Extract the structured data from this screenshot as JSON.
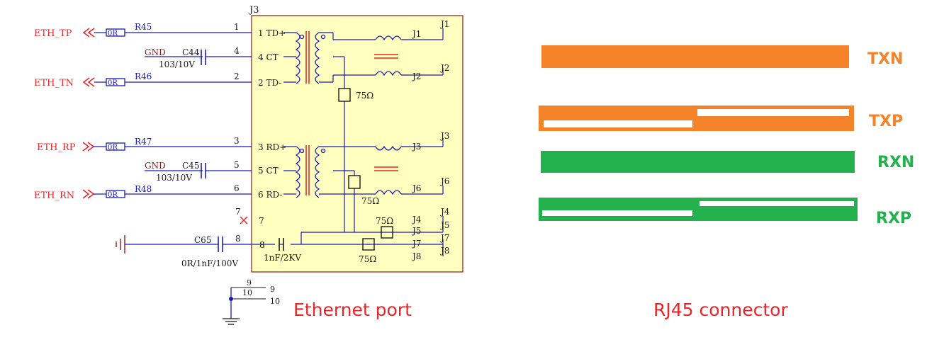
{
  "schematic": {
    "designator": "J3",
    "nets": {
      "eth_tp": "ETH_TP",
      "eth_tn": "ETH_TN",
      "eth_rp": "ETH_RP",
      "eth_rn": "ETH_RN",
      "gnd1": "GND",
      "gnd2": "GND"
    },
    "resistors": {
      "r45_ref": "R45",
      "r45_val": "0R",
      "r46_ref": "R46",
      "r46_val": "0R",
      "r47_ref": "R47",
      "r47_val": "0R",
      "r48_ref": "R48",
      "r48_val": "0R"
    },
    "capacitors": {
      "c44_ref": "C44",
      "c44_val": "103/10V",
      "c45_ref": "C45",
      "c45_val": "103/10V",
      "c65_ref": "C65",
      "c65_val": "0R/1nF/100V",
      "hv_cap_val": "1nF/2KV"
    },
    "pin_numbers": {
      "p1": "1",
      "p4": "4",
      "p2": "2",
      "p3": "3",
      "p5": "5",
      "p6": "6",
      "p7": "7",
      "p8": "8",
      "p9": "9",
      "p10": "10",
      "p9b": "9",
      "p10b": "10",
      "p7in": "7",
      "p8in": "8"
    },
    "inner_pins": {
      "td_plus": "1  TD+",
      "ct_tx": "4  CT",
      "td_minus": "2  TD-",
      "rd_plus": "3  RD+",
      "ct_rx": "5  CT",
      "rd_minus": "6  RD-"
    },
    "right_pins": {
      "j1": "J1",
      "j1b": "J1",
      "j2": "J2",
      "j2b": "J2",
      "j3": "J3",
      "j3b": "J3",
      "j6": "J6",
      "j6b": "J6",
      "j4": "J4",
      "j4b": "J4",
      "j5": "J5",
      "j5b": "J5",
      "j7": "J7",
      "j7b": "J7",
      "j8": "J8",
      "j8b": "J8"
    },
    "terminations": {
      "t1": "75Ω",
      "t2": "75Ω",
      "t3": "75Ω",
      "t4": "75Ω"
    }
  },
  "captions": {
    "ethernet_port": "Ethernet port",
    "rj45_connector": "RJ45 connector"
  },
  "wires": {
    "txn": "TXN",
    "txp": "TXP",
    "rxn": "RXN",
    "rxp": "RXP"
  },
  "colors": {
    "orange": "#f5832a",
    "green": "#22b14c",
    "net_red": "#e8262a",
    "wire_blue": "#1b1bb4",
    "transformer_red": "#e8262a",
    "body_yellow": "#ffffc0",
    "caption_red": "#e8262a"
  }
}
